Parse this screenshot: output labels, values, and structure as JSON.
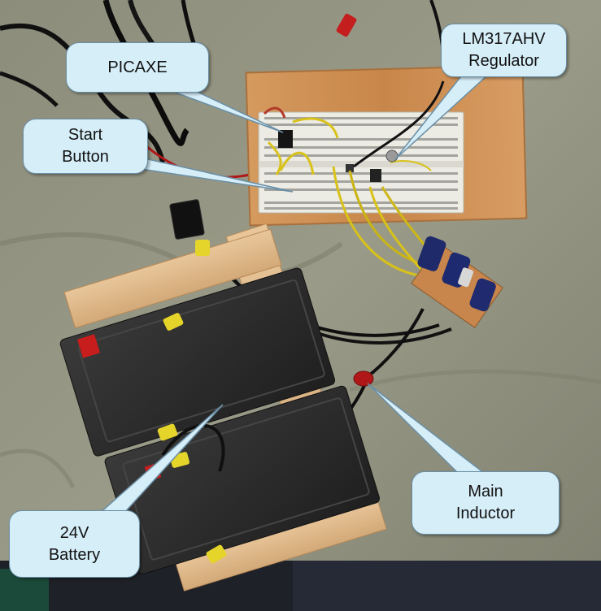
{
  "labels": {
    "picaxe": [
      "PICAXE"
    ],
    "start_button": [
      "Start",
      "Button"
    ],
    "regulator": [
      "LM317AHV",
      "Regulator"
    ],
    "inductor": [
      "Main",
      "Inductor"
    ],
    "battery": [
      "24V",
      "Battery"
    ]
  },
  "colors": {
    "callout_fill": "#d6eef8",
    "callout_border": "#6a8fa6",
    "background_cloth": "#8a8a78",
    "wood": "#c98a4e",
    "breadboard": "#e9e6dc",
    "battery_case": "#2a2a2a",
    "wire_yellow": "#d8c21a"
  }
}
